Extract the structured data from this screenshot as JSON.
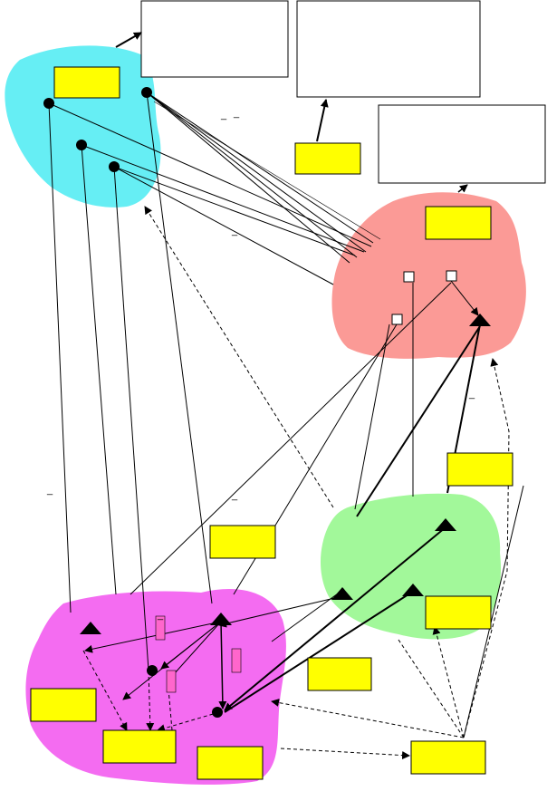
{
  "diagram": {
    "background": "#ffffff",
    "colors": {
      "cyan_region": "#66eef4",
      "salmon_region": "#fb9a96",
      "green_region": "#a2f89a",
      "magenta_region": "#f46cf1",
      "yellow_box": "#ffff00",
      "pink_box": "#ff66cc",
      "node": "#000000",
      "edge": "#000000"
    },
    "regions": [
      {
        "id": "cyan-region",
        "color_key": "cyan_region"
      },
      {
        "id": "salmon-region",
        "color_key": "salmon_region"
      },
      {
        "id": "green-region",
        "color_key": "green_region"
      },
      {
        "id": "magenta-region",
        "color_key": "magenta_region"
      }
    ],
    "node_shapes": [
      "circle",
      "square",
      "triangle"
    ],
    "edge_styles": [
      "solid",
      "dashed",
      "arrow"
    ],
    "labels": [
      "_",
      "_",
      "_",
      "_",
      "_",
      "_",
      "_"
    ],
    "text_boxes": []
  }
}
